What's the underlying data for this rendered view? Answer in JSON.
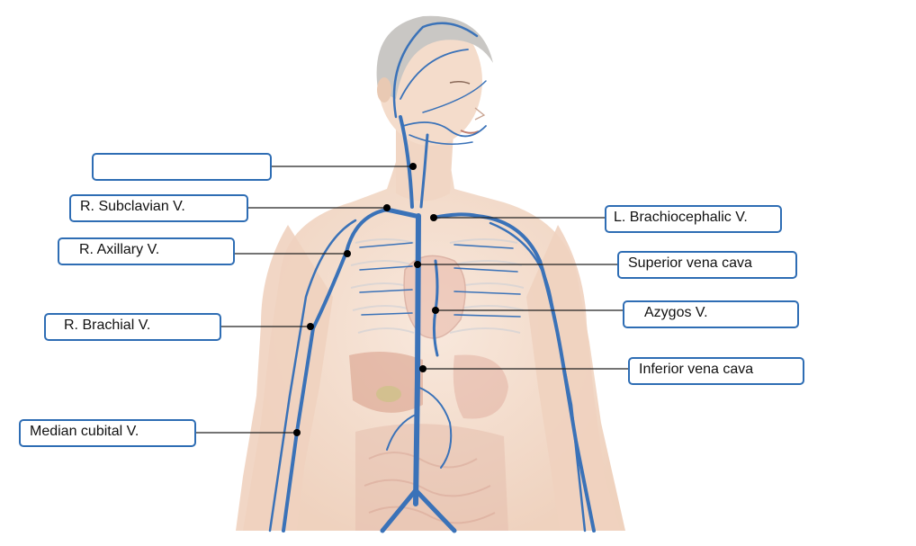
{
  "diagram": {
    "left_labels": [
      {
        "key": "blank",
        "text": ""
      },
      {
        "key": "r-subclavian",
        "text": "R. Subclavian V."
      },
      {
        "key": "r-axillary",
        "text": "R. Axillary V."
      },
      {
        "key": "r-brachial",
        "text": "R. Brachial V."
      },
      {
        "key": "median-cubital",
        "text": "Median cubital V."
      }
    ],
    "right_labels": [
      {
        "key": "l-brachiocephalic",
        "text": "L. Brachiocephalic V."
      },
      {
        "key": "superior-vena-cava",
        "text": "Superior vena cava"
      },
      {
        "key": "azygos",
        "text": "Azygos V."
      },
      {
        "key": "inferior-vena-cava",
        "text": "Inferior vena cava"
      }
    ]
  },
  "colors": {
    "box_border": "#2e6db4",
    "vein": "#3a72b8",
    "skin": "#f3dccb",
    "hair": "#c9c7c4",
    "leader_line": "#222222"
  }
}
